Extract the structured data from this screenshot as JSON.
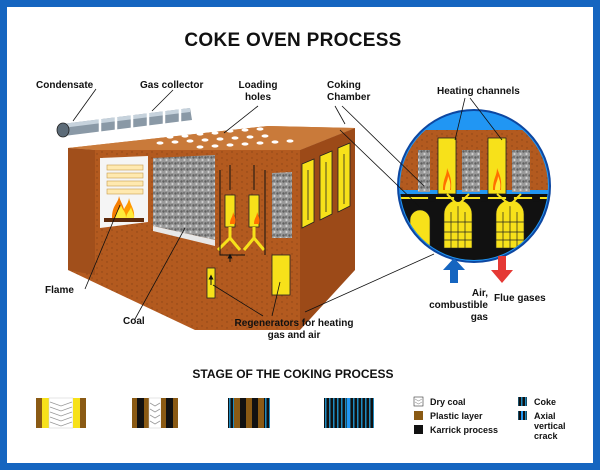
{
  "title": "COKE OVEN PROCESS",
  "labels": {
    "condensate": "Condensate",
    "gas_collector": "Gas collector",
    "loading_holes_1": "Loading",
    "loading_holes_2": "holes",
    "coking_chamber_1": "Coking",
    "coking_chamber_2": "Chamber",
    "heating_channels": "Heating channels",
    "flame": "Flame",
    "coal": "Coal",
    "regenerators_1": "Regenerators for heating",
    "regenerators_2": "gas and air",
    "air_1": "Air,",
    "air_2": "combustible",
    "air_3": "gas",
    "flue_gases": "Flue gases"
  },
  "stages_title": "STAGE OF THE COKING PROCESS",
  "legend": {
    "dry_coal": "Dry coal",
    "plastic_layer": "Plastic layer",
    "karrick_process": "Karrick process",
    "coke": "Coke",
    "axial_1": "Axial",
    "axial_2": "vertical",
    "axial_3": "crack"
  },
  "colors": {
    "frame": "#1565c0",
    "brick": "#b35a1f",
    "brick_dark": "#7a3610",
    "brick_top": "#c97a3a",
    "coal": "#8a8a8a",
    "yellow": "#f7e11a",
    "circle": "#2196f3",
    "air_arrow": "#1565c0",
    "flue_arrow": "#e53935",
    "karrick": "#111111",
    "coke": "#1e6f9f"
  }
}
